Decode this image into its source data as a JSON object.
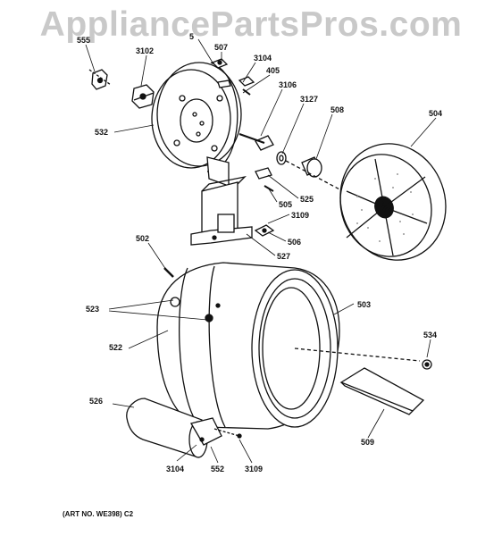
{
  "watermark": "AppliancePartsPros.com",
  "art_number": "(ART NO. WE398) C2",
  "callouts": {
    "c555": "555",
    "c3102": "3102",
    "c5xx": "5",
    "c507": "507",
    "c3104a": "3104",
    "c405": "405",
    "c3106": "3106",
    "c3127": "3127",
    "c508": "508",
    "c504": "504",
    "c532": "532",
    "c525": "525",
    "c505": "505",
    "c3109a": "3109",
    "c506": "506",
    "c527": "527",
    "c502": "502",
    "c503": "503",
    "c523": "523",
    "c522": "522",
    "c534": "534",
    "c526": "526",
    "c509": "509",
    "c3104b": "3104",
    "c552": "552",
    "c3109b": "3109"
  }
}
